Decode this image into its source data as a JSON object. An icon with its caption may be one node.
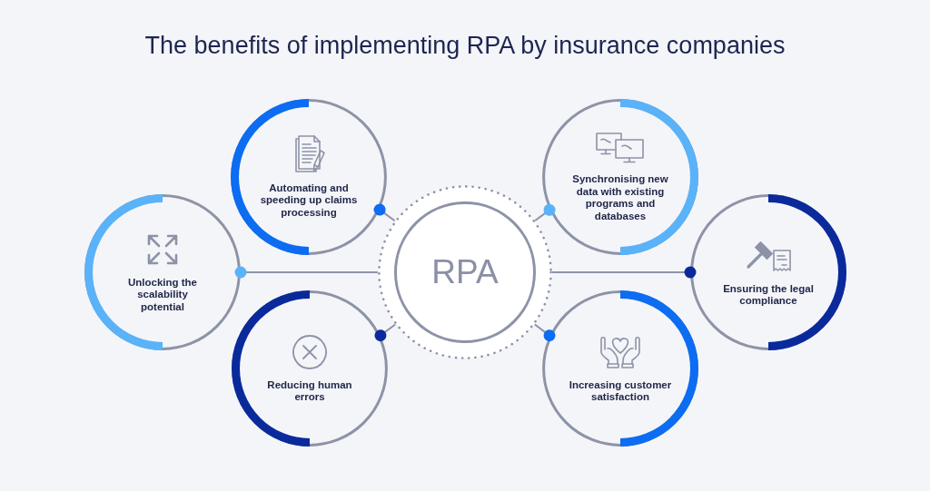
{
  "diagram": {
    "title": "The benefits of implementing RPA by insurance companies",
    "nodes": [
      {
        "text": [
          "Automating and speeding up claims processing"
        ]
      },
      {
        "text": [
          "Synchronising new data with existing programs and databases"
        ]
      },
      {
        "text": [
          "Unlocking the scalability potential"
        ]
      },
      {
        "text": [
          "RPA"
        ]
      },
      {
        "text": [
          "Ensuring the legal compliance"
        ]
      },
      {
        "text": [
          "Reducing human errors"
        ]
      },
      {
        "text": [
          "Increasing customer satisfaction"
        ]
      }
    ],
    "edges": [
      {
        "from": 3,
        "to": 0,
        "arrow": "other"
      },
      {
        "from": 3,
        "to": 1,
        "arrow": "other"
      },
      {
        "from": 3,
        "to": 2,
        "arrow": "other"
      },
      {
        "from": 3,
        "to": 4,
        "arrow": "other"
      },
      {
        "from": 3,
        "to": 5,
        "arrow": "other"
      },
      {
        "from": 3,
        "to": 6,
        "arrow": "other"
      }
    ]
  }
}
